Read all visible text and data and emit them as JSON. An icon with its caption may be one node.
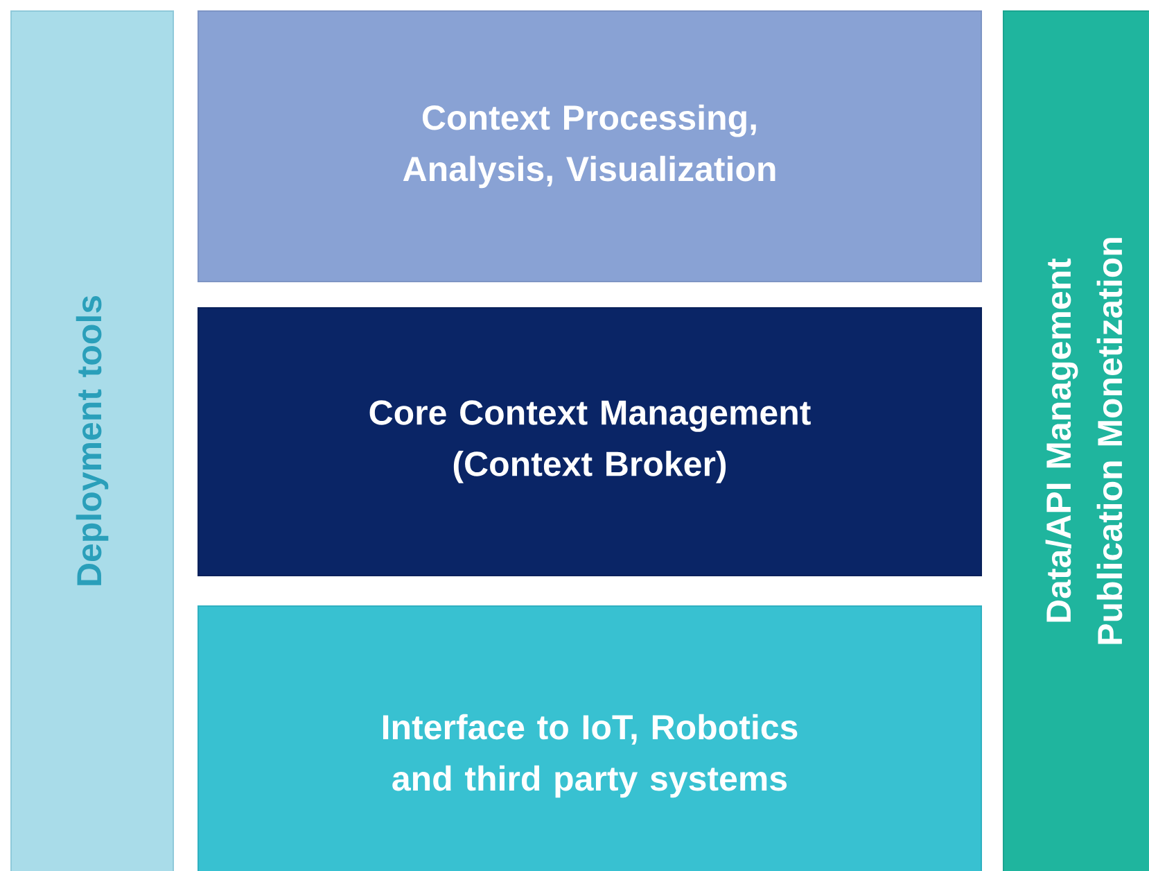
{
  "diagram": {
    "nodes": [
      {
        "text": [
          "Deployment tools"
        ]
      },
      {
        "text": [
          "Context Processing, Analysis, Visualization"
        ]
      },
      {
        "text": [
          "Core Context Management (Context Broker)"
        ]
      },
      {
        "text": [
          "Interface to IoT, Robotics and third party systems"
        ]
      },
      {
        "text": [
          "Data/API Management Publication Monetization"
        ]
      }
    ]
  }
}
